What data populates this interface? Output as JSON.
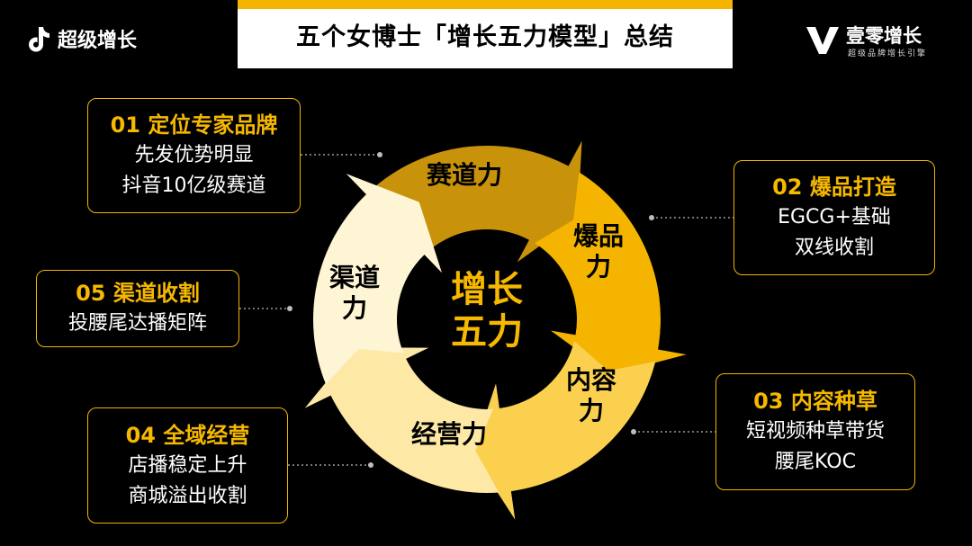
{
  "header": {
    "left_brand": "超级增长",
    "title": "五个女博士「增长五力模型」总结",
    "right_brand": "壹零增长",
    "right_tagline": "超级品牌增长引擎"
  },
  "diagram": {
    "center": [
      "增长",
      "五力"
    ],
    "segments": [
      {
        "label": [
          "赛道力"
        ],
        "color": "#c8920a"
      },
      {
        "label": [
          "爆品",
          "力"
        ],
        "color": "#f4b400"
      },
      {
        "label": [
          "内容",
          "力"
        ],
        "color": "#fbd04f"
      },
      {
        "label": [
          "经营力"
        ],
        "color": "#fde8a6"
      },
      {
        "label": [
          "渠道",
          "力"
        ],
        "color": "#fef5d4"
      }
    ],
    "boxes": [
      {
        "heading": "01 定位专家品牌",
        "lines": [
          "先发优势明显",
          "抖音10亿级赛道"
        ]
      },
      {
        "heading": "02 爆品打造",
        "lines": [
          "EGCG+基础",
          "双线收割"
        ]
      },
      {
        "heading": "03 内容种草",
        "lines": [
          "短视频种草带货",
          "腰尾KOC"
        ]
      },
      {
        "heading": "04 全域经营",
        "lines": [
          "店播稳定上升",
          "商城溢出收割"
        ]
      },
      {
        "heading": "05 渠道收割",
        "lines": [
          "投腰尾达播矩阵"
        ]
      }
    ]
  }
}
